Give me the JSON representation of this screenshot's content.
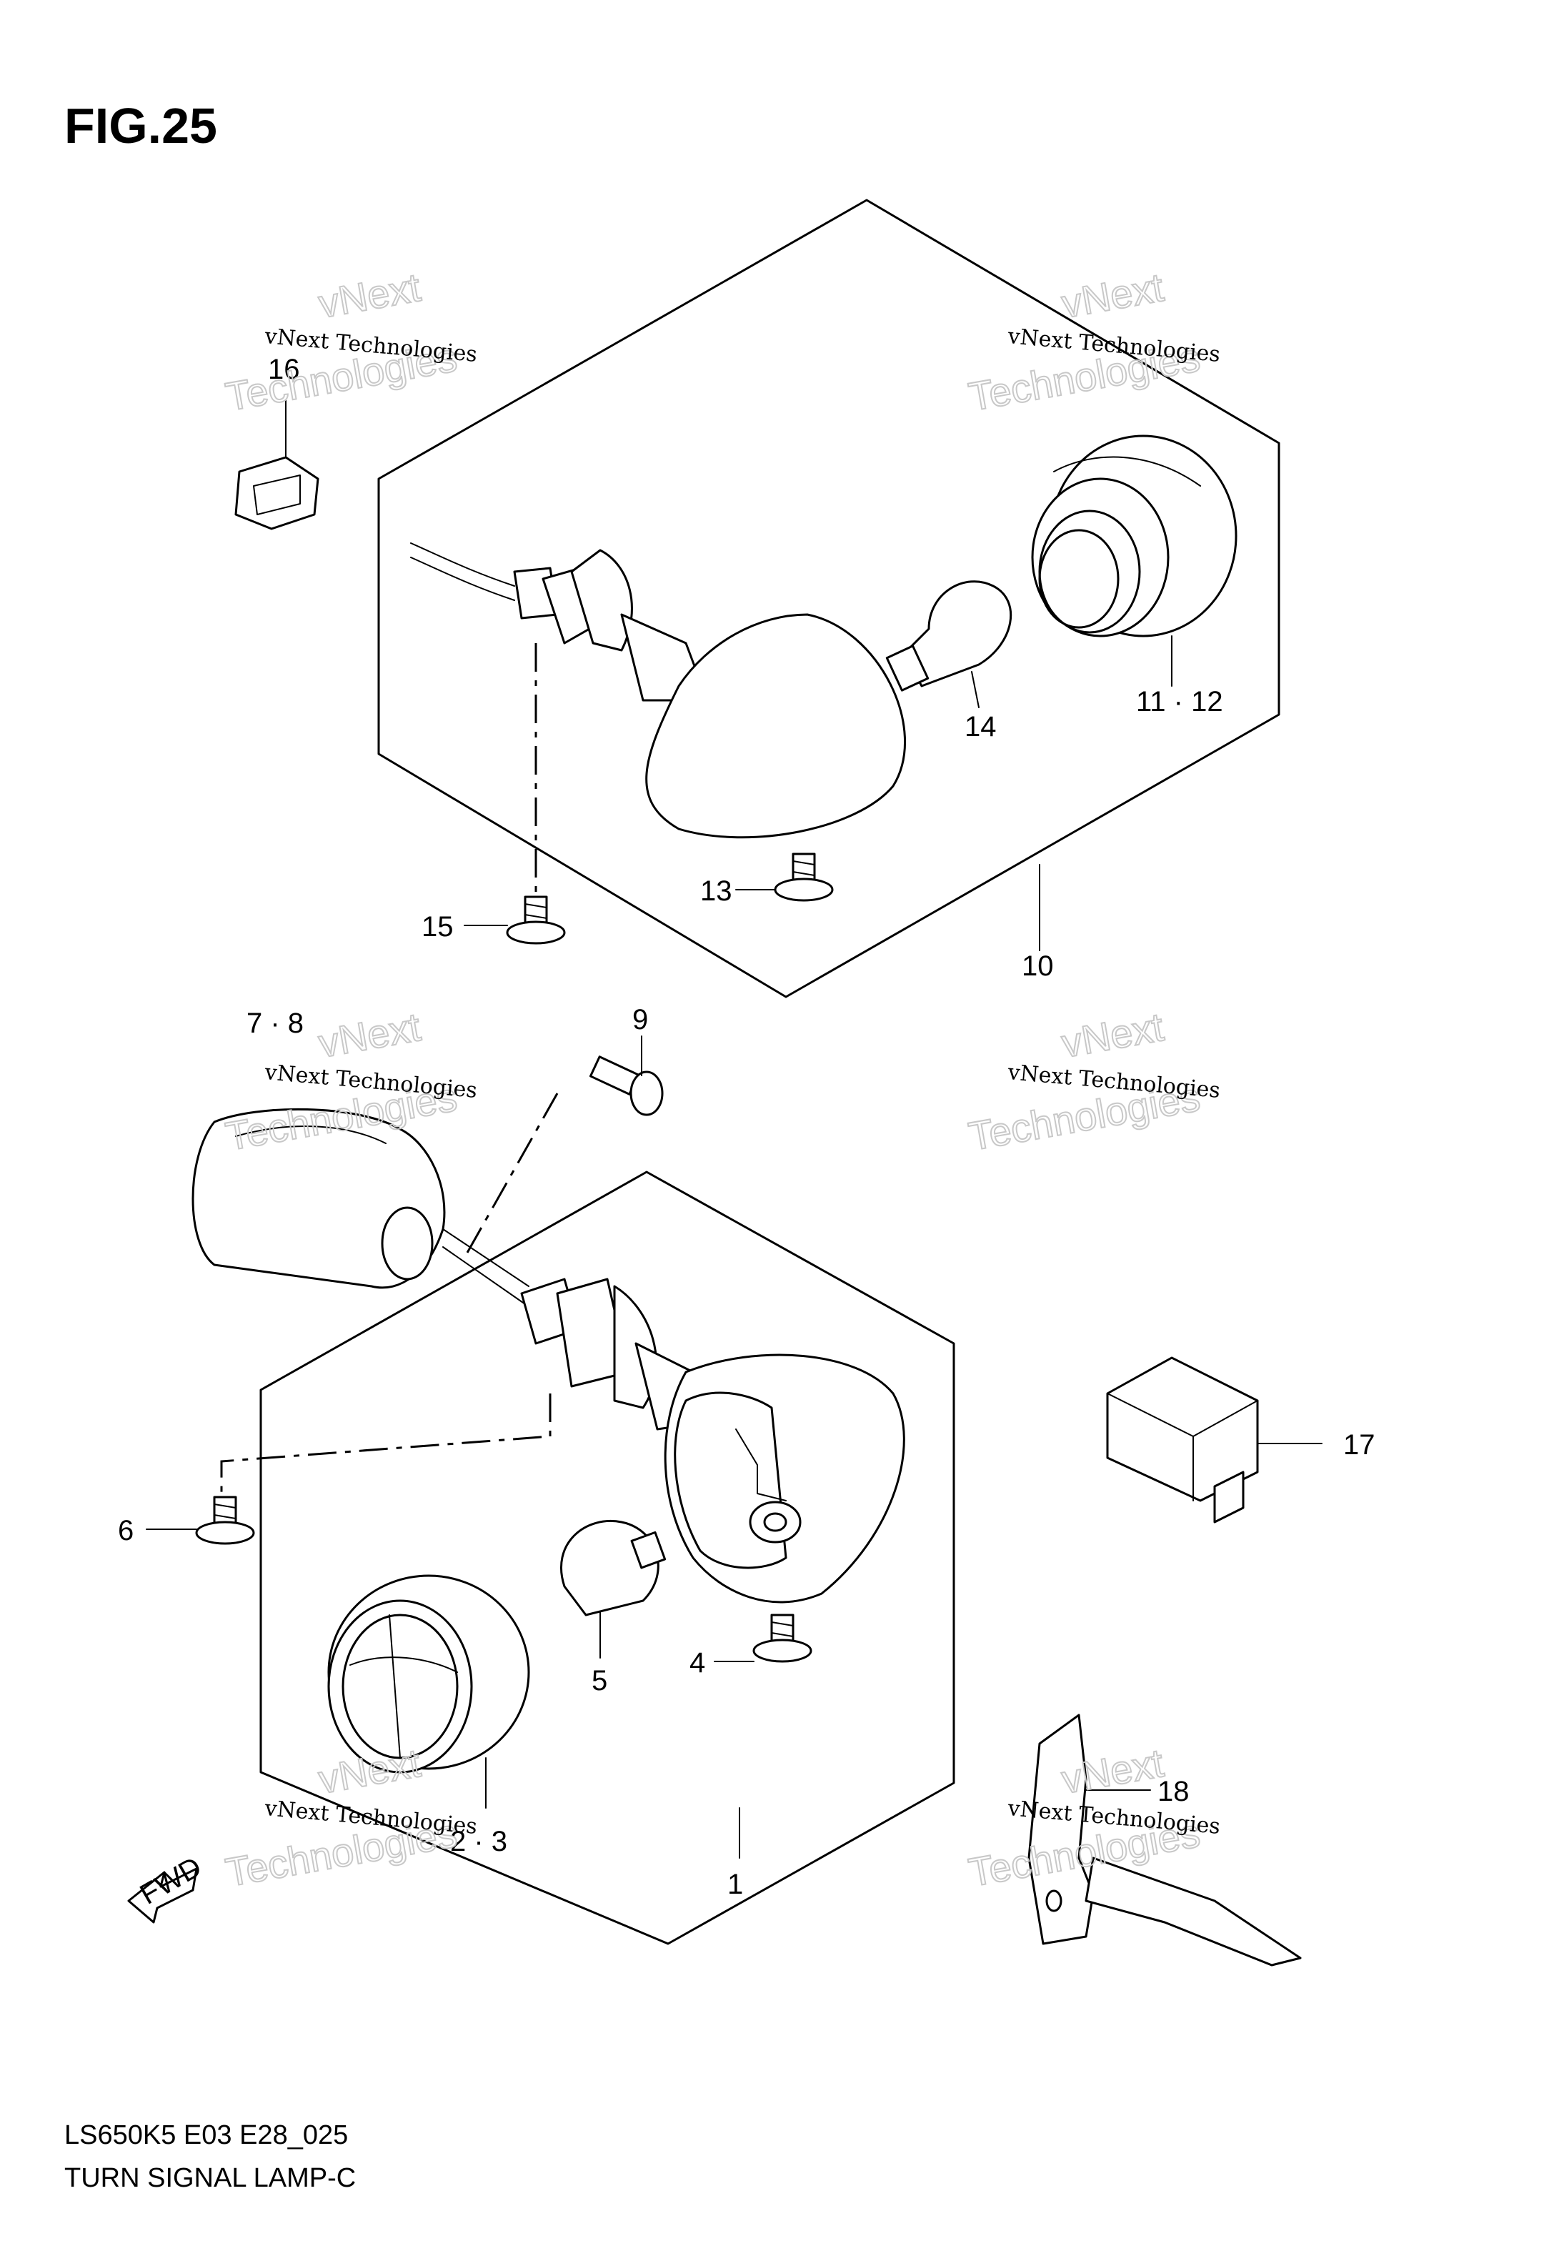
{
  "figure": {
    "title": "FIG.25",
    "model_code": "LS650K5 E03 E28_025",
    "caption": "TURN SIGNAL LAMP-C"
  },
  "watermark": {
    "line1": "vNext Technologies",
    "line2": "Technologies",
    "line3": "vNext"
  },
  "fwd_label": "FWD",
  "callouts": {
    "c1": "1",
    "c2_3": "2 · 3",
    "c4": "4",
    "c5": "5",
    "c6": "6",
    "c7_8": "7 · 8",
    "c9": "9",
    "c10": "10",
    "c11_12": "11 · 12",
    "c13": "13",
    "c14": "14",
    "c15": "15",
    "c16": "16",
    "c17": "17",
    "c18": "18"
  }
}
